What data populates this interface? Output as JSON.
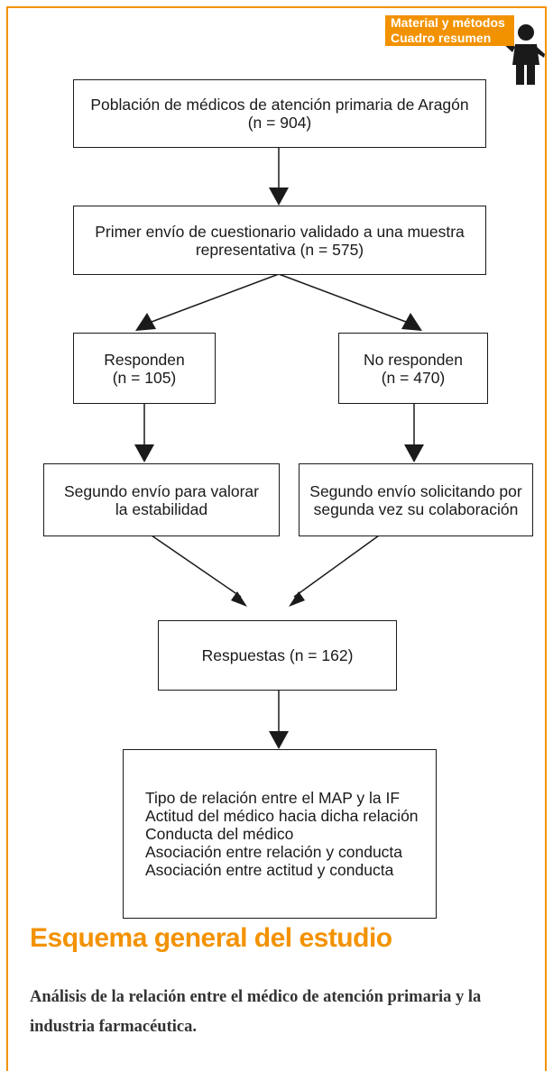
{
  "tag": {
    "line1": "Material y métodos",
    "line2": "Cuadro resumen"
  },
  "boxes": {
    "population": [
      "Población de médicos de atención primaria de Aragón",
      "(n = 904)"
    ],
    "first_mailing": [
      "Primer envío de cuestionario validado a una muestra",
      "representativa (n = 575)"
    ],
    "respond": [
      "Responden",
      "(n = 105)"
    ],
    "no_respond": [
      "No responden",
      "(n = 470)"
    ],
    "second_stability": [
      "Segundo envío para valorar",
      "la estabilidad"
    ],
    "second_request": [
      "Segundo envío solicitando por",
      "segunda vez su colaboración"
    ],
    "responses": [
      "Respuestas (n = 162)"
    ],
    "outcomes": [
      "Tipo de relación entre el MAP y la IF",
      "Actitud del médico hacia dicha relación",
      "Conducta del médico",
      "Asociación entre relación y conducta",
      "Asociación entre actitud y conducta"
    ]
  },
  "heading": "Esquema general del estudio",
  "subtitle": "Análisis de la relación entre el médico de atención primaria y la industria farmacéutica.",
  "colors": {
    "accent": "#f39200",
    "line": "#1a1a1a"
  }
}
